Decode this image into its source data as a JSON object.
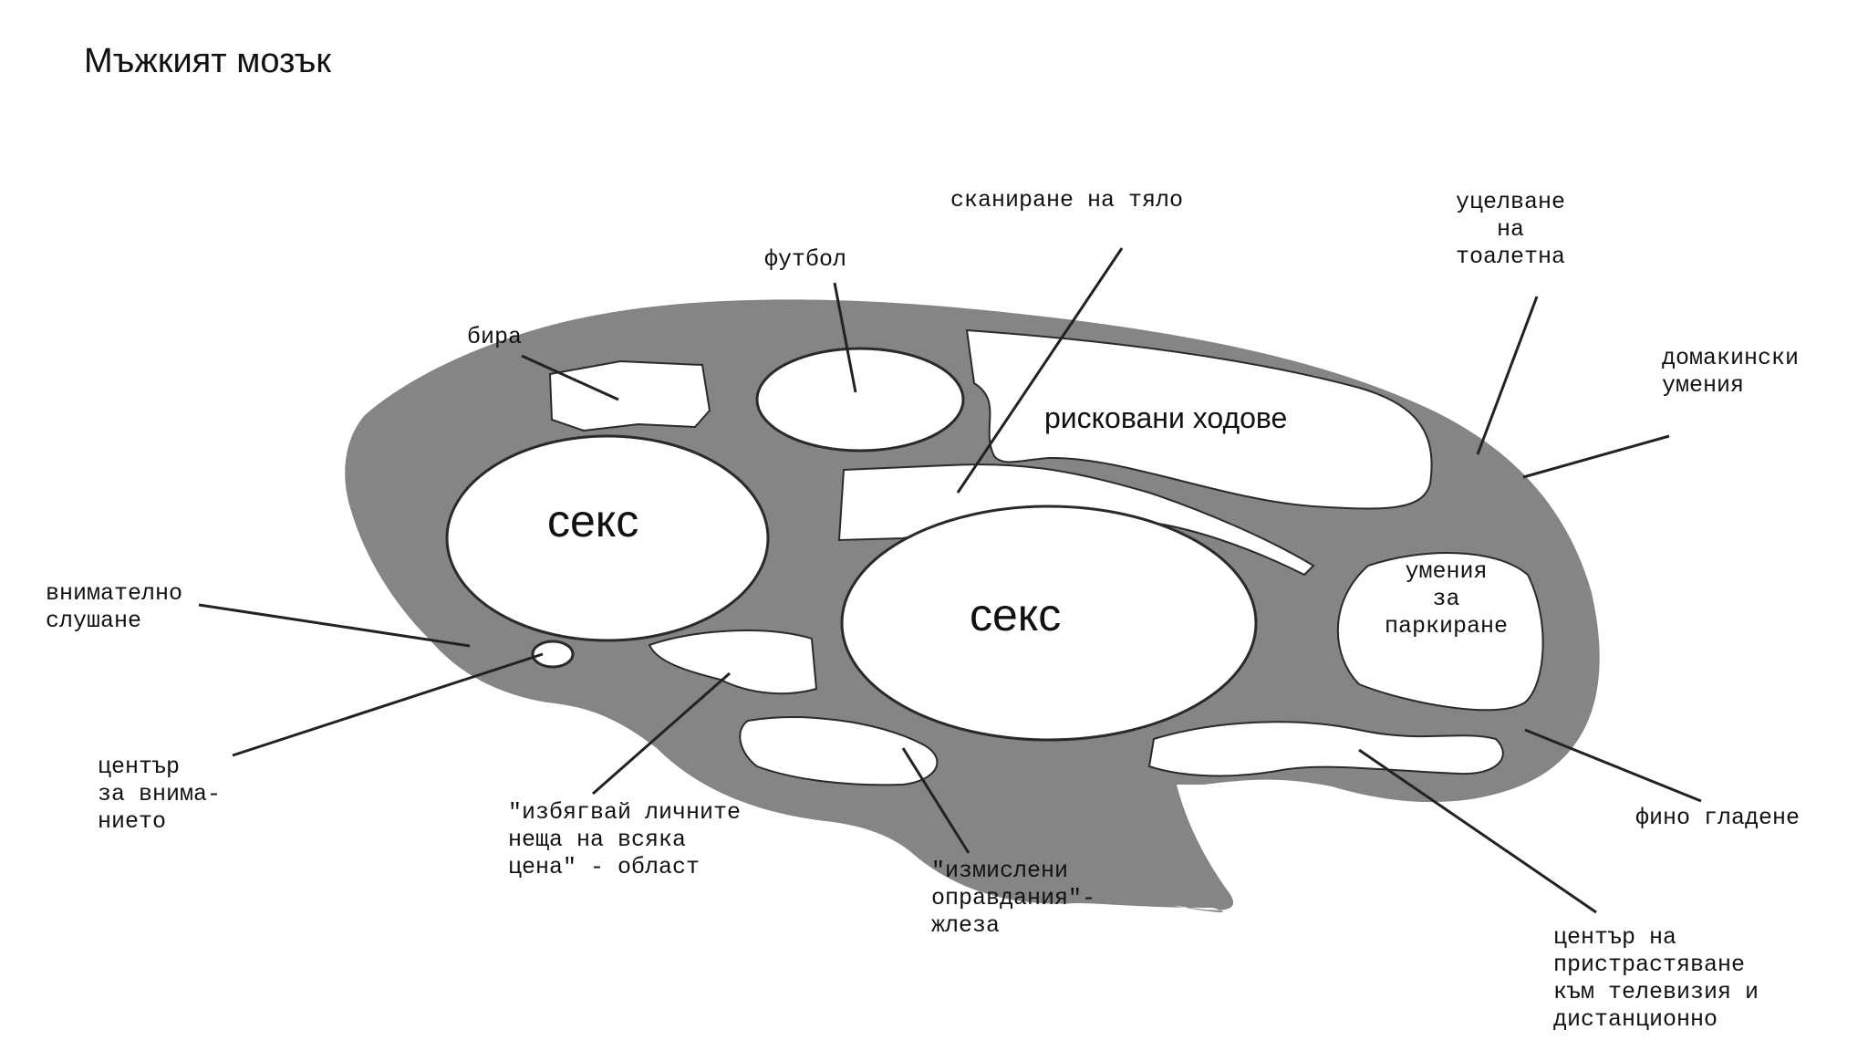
{
  "title": "Мъжкият мозък",
  "colors": {
    "brain": "#858585",
    "background": "#ffffff",
    "text": "#111111",
    "line": "#222222"
  },
  "regions": {
    "sex_left": "секс",
    "sex_center": "секс",
    "risky_moves": "рисковани ходове",
    "parking": [
      "умения",
      "за",
      "паркиране"
    ]
  },
  "labels": {
    "body_scanning": "сканиране на тяло",
    "football": "футбол",
    "beer": "бира",
    "aim_toilet": [
      "уцелване",
      "на",
      "тоалетна"
    ],
    "housework": [
      "домакински",
      "умения"
    ],
    "careful_listening": [
      "внимателно",
      "слушане"
    ],
    "attention_center": [
      "център",
      "за внима-",
      "нието"
    ],
    "avoid_personal": [
      "\"избягвай личните",
      "неща на всяка",
      "цена\" - област"
    ],
    "excuses": [
      "\"измислени",
      "оправдания\"-",
      "жлеза"
    ],
    "fine_ironing": "фино гладене",
    "tv_addiction": [
      "център на",
      "пристрастяване",
      "към телевизия и",
      "дистанционно"
    ]
  }
}
